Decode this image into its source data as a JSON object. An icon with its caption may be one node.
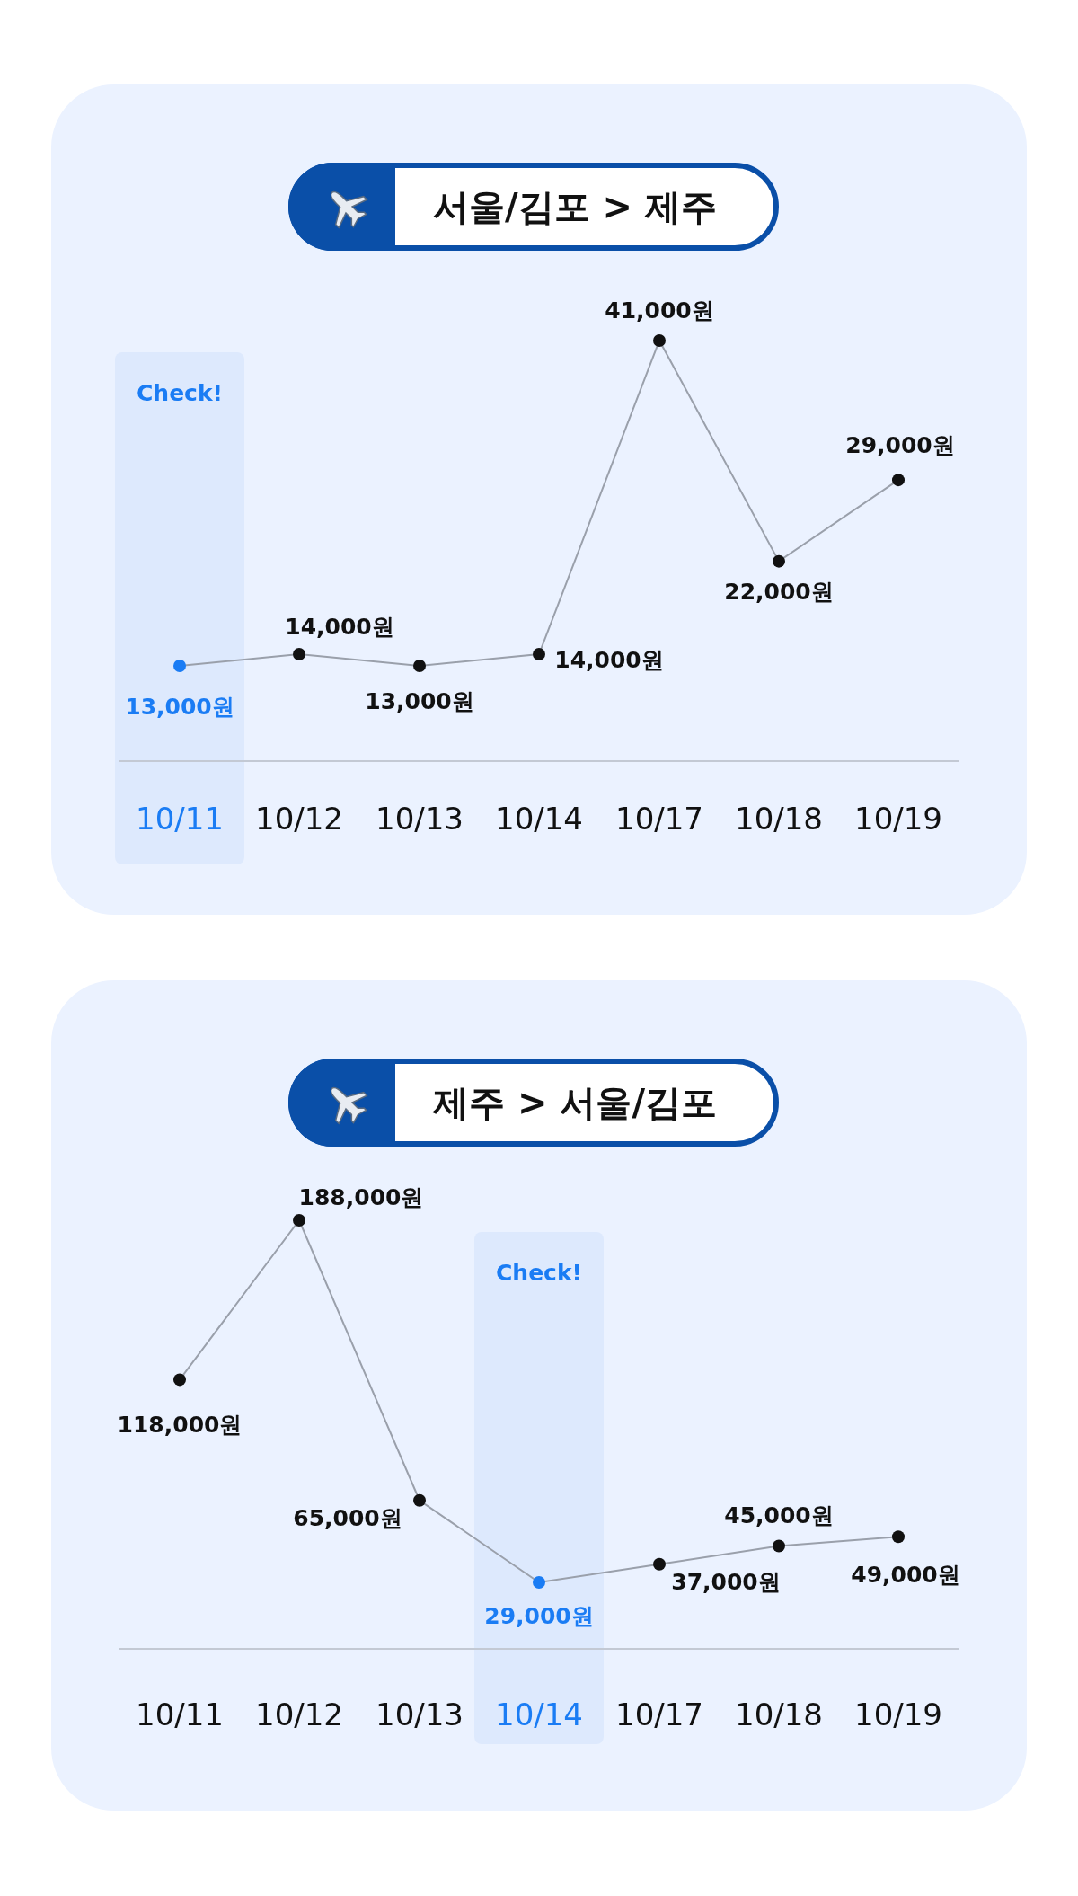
{
  "diagram": {
    "chart_data": [
      {
        "type": "line",
        "title": "서울/김포 > 제주",
        "categories": [
          "10/11",
          "10/12",
          "10/13",
          "10/14",
          "10/17",
          "10/18",
          "10/19"
        ],
        "series": [
          {
            "color": "#9aa0ab",
            "marker": "circle",
            "values": [
              13000,
              14000,
              13000,
              14000,
              41000,
              22000,
              29000
            ],
            "value_labels": [
              "13,000원",
              "14,000원",
              "13,000원",
              "14,000원",
              "41,000원",
              "22,000원",
              "29,000원"
            ]
          }
        ],
        "annotations": [
          "Check!"
        ]
      },
      {
        "type": "line",
        "title": "제주 > 서울/김포",
        "categories": [
          "10/11",
          "10/12",
          "10/13",
          "10/14",
          "10/17",
          "10/18",
          "10/19"
        ],
        "series": [
          {
            "color": "#9aa0ab",
            "marker": "circle",
            "values": [
              118000,
              188000,
              65000,
              29000,
              37000,
              45000,
              49000
            ],
            "value_labels": [
              "118,000원",
              "188,000원",
              "65,000원",
              "29,000원",
              "37,000원",
              "45,000원",
              "49,000원"
            ]
          }
        ],
        "annotations": [
          "Check!"
        ]
      }
    ]
  }
}
